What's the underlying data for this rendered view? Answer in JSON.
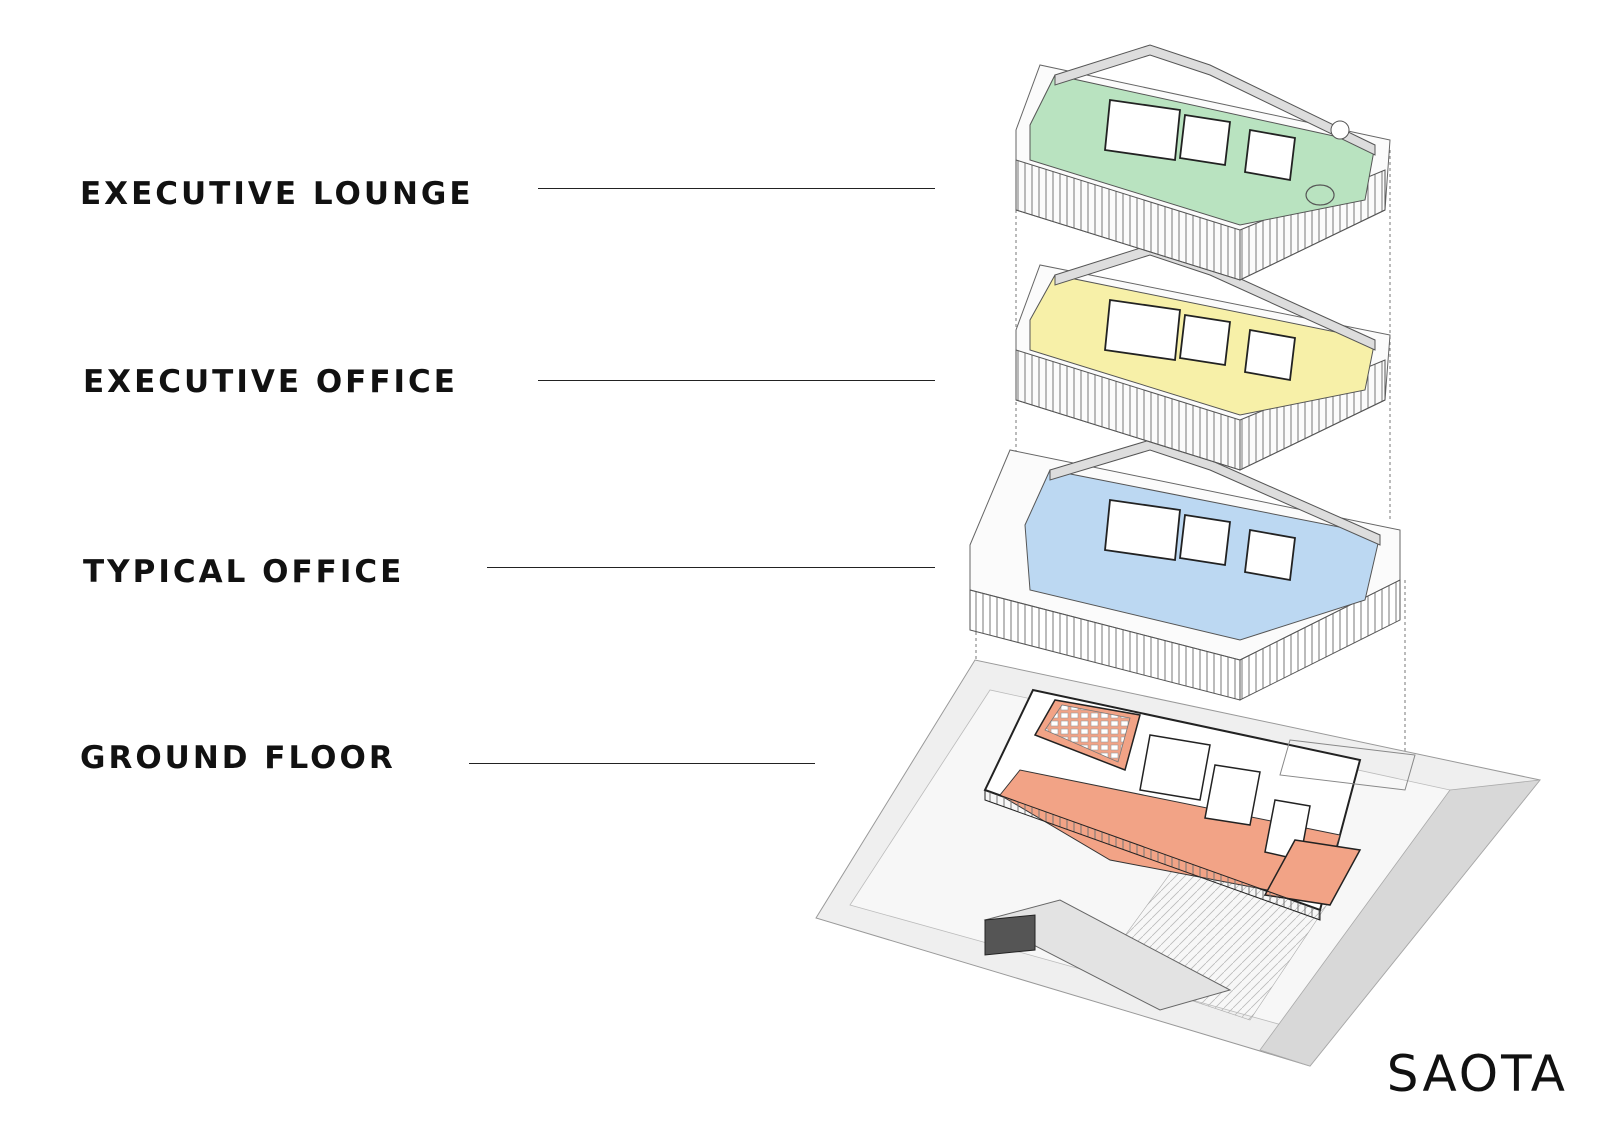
{
  "levels": {
    "executive_lounge": "EXECUTIVE LOUNGE",
    "executive_office": "EXECUTIVE OFFICE",
    "typical_office": "TYPICAL OFFICE",
    "ground_floor": "GROUND FLOOR"
  },
  "logo": "SAOTA",
  "colors": {
    "lounge_floor": "#b9e3c0",
    "executive_floor": "#f7f0a8",
    "typical_floor": "#bcd8f2",
    "ground_floor": "#f2a386",
    "site": "#ececec",
    "lines": "#222222"
  }
}
